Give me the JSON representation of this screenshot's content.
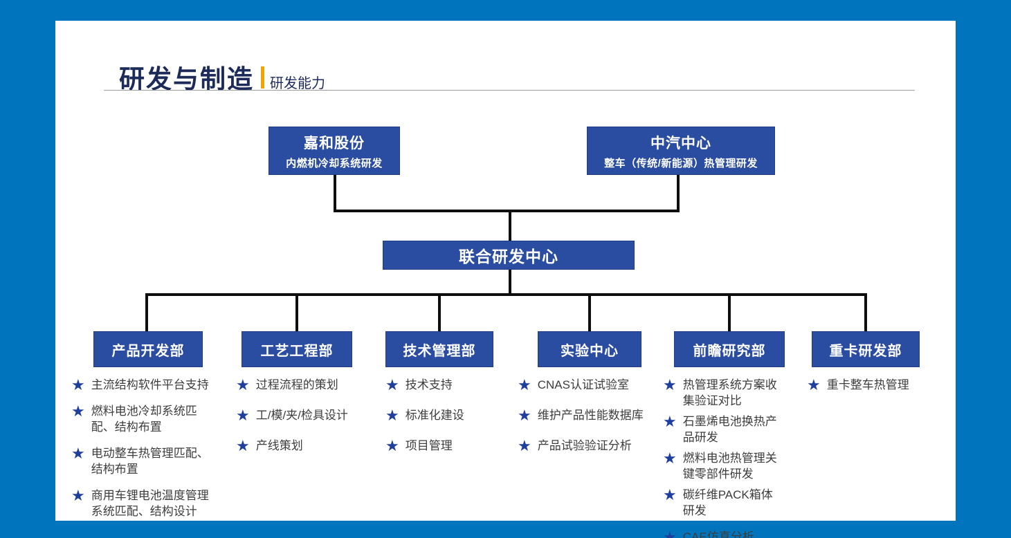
{
  "page": {
    "title": "研发与制造",
    "subtitle": "研发能力"
  },
  "icons": {
    "star": "★"
  },
  "colors": {
    "frame_blue": "#0075bd",
    "node_blue": "#2a4da1",
    "title_navy": "#1d2b5a",
    "accent_orange": "#f5a100",
    "star_blue": "#1e3f9e"
  },
  "org": {
    "parents": [
      {
        "name": "嘉和股份",
        "desc": "内燃机冷却系统研发"
      },
      {
        "name": "中汽中心",
        "desc": "整车（传统/新能源）热管理研发"
      }
    ],
    "center": {
      "name": "联合研发中心"
    },
    "departments": [
      {
        "name": "产品开发部",
        "items": [
          "主流结构软件平台支持",
          "燃料电池冷却系统匹配、结构布置",
          "电动整车热管理匹配、结构布置",
          "商用车锂电池温度管理系统匹配、结构设计"
        ]
      },
      {
        "name": "工艺工程部",
        "items": [
          "过程流程的策划",
          "工/模/夹/检具设计",
          "产线策划"
        ]
      },
      {
        "name": "技术管理部",
        "items": [
          "技术支持",
          "标准化建设",
          "项目管理"
        ]
      },
      {
        "name": "实验中心",
        "items": [
          "CNAS认证试验室",
          "维护产品性能数据库",
          "产品试验验证分析"
        ]
      },
      {
        "name": "前瞻研究部",
        "items": [
          "热管理系统方案收集验证对比",
          "石墨烯电池换热产品研发",
          "燃料电池热管理关键零部件研发",
          "碳纤维PACK箱体研发",
          "CAE仿真分析"
        ]
      },
      {
        "name": "重卡研发部",
        "items": [
          "重卡整车热管理"
        ]
      }
    ]
  }
}
